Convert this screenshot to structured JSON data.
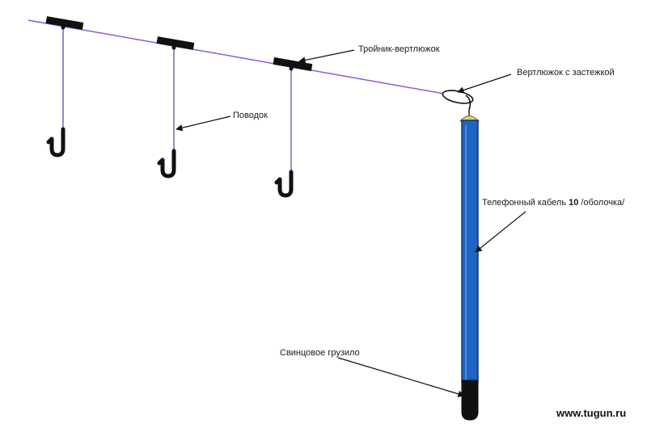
{
  "labels": {
    "swivel_tee": "Тройник-вертлюжок",
    "leader": "Поводок",
    "swivel_clasp": "Вертлюжок с застежкой",
    "cable_prefix": "Телефонный кабель ",
    "cable_number": "10",
    "cable_suffix": " /оболочка/",
    "lead_sinker": "Свинцовое грузило"
  },
  "watermark": "www.tugun.ru",
  "colors": {
    "main_line": "#8a5ad6",
    "leader_line": "#6a4aa8",
    "swivel_tee": "#111111",
    "hook": "#111111",
    "tube": "#1f63c4",
    "tube_outline": "#0b2e66",
    "sinker": "#111111",
    "cap": "#d9d27a",
    "arrow": "#111111"
  }
}
